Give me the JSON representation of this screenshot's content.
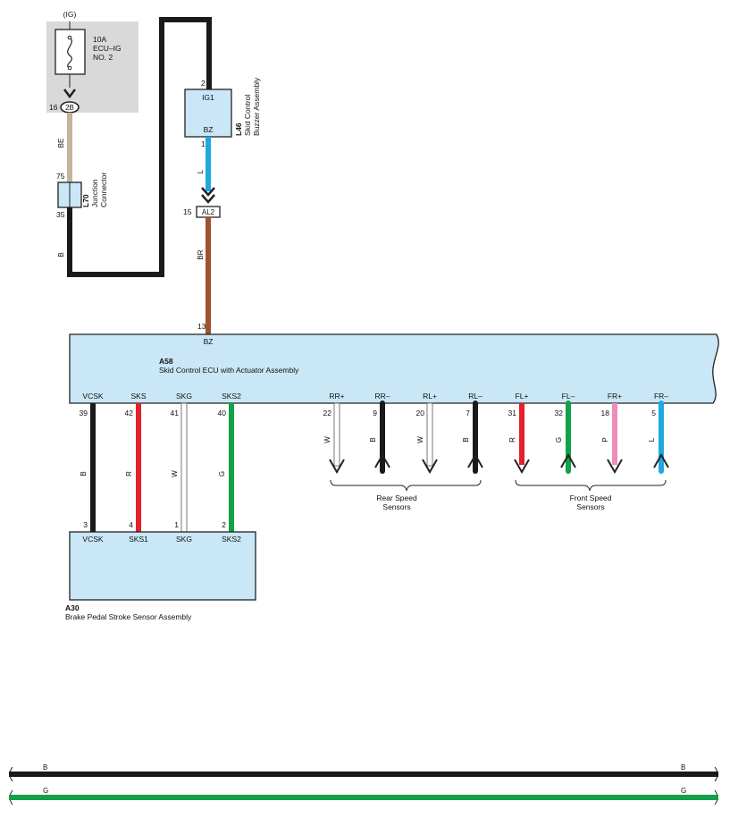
{
  "fuse_box": {
    "source": "(IG)",
    "rating": "10A",
    "name_line1": "ECU–IG",
    "name_line2": "NO. 2",
    "connector": "2B",
    "pin": "16"
  },
  "junction": {
    "id": "L70",
    "name_line1": "Junction",
    "name_line2": "Connector",
    "pin_top": "75",
    "pin_bottom": "35"
  },
  "buzzer": {
    "id": "L46",
    "name_line1": "Skid Control",
    "name_line2": "Buzzer Assembly",
    "term_top": "IG1",
    "term_bottom": "BZ",
    "pin_top": "2",
    "pin_bottom": "1"
  },
  "connector_al2": {
    "label": "AL2",
    "pin": "15"
  },
  "wires": {
    "fuse_to_junction": "BE",
    "junction_to_ground": "B",
    "buzzer_out": "L",
    "al2_to_ecu": "BR"
  },
  "ecu": {
    "id": "A58",
    "name": "Skid Control ECU with Actuator Assembly",
    "bz_pin": "13",
    "bz_label": "BZ",
    "terminals": [
      {
        "label": "VCSK",
        "pin": "39",
        "color": "B"
      },
      {
        "label": "SKS",
        "pin": "42",
        "color": "R"
      },
      {
        "label": "SKG",
        "pin": "41",
        "color": "W"
      },
      {
        "label": "SKS2",
        "pin": "40",
        "color": "G"
      },
      {
        "label": "RR+",
        "pin": "22",
        "color": "W"
      },
      {
        "label": "RR–",
        "pin": "9",
        "color": "B"
      },
      {
        "label": "RL+",
        "pin": "20",
        "color": "W"
      },
      {
        "label": "RL–",
        "pin": "7",
        "color": "B"
      },
      {
        "label": "FL+",
        "pin": "31",
        "color": "R"
      },
      {
        "label": "FL–",
        "pin": "32",
        "color": "G"
      },
      {
        "label": "FR+",
        "pin": "18",
        "color": "P"
      },
      {
        "label": "FR–",
        "pin": "5",
        "color": "L"
      }
    ]
  },
  "sensor_groups": {
    "rear_line1": "Rear Speed",
    "rear_line2": "Sensors",
    "front_line1": "Front Speed",
    "front_line2": "Sensors"
  },
  "pedal_sensor": {
    "id": "A30",
    "name": "Brake Pedal Stroke Sensor Assembly",
    "terminals": [
      {
        "label": "VCSK",
        "pin": "3"
      },
      {
        "label": "SKS1",
        "pin": "4"
      },
      {
        "label": "SKG",
        "pin": "1"
      },
      {
        "label": "SKS2",
        "pin": "2"
      }
    ]
  },
  "bottom_wires": [
    {
      "left": "B",
      "right": "B"
    },
    {
      "left": "G",
      "right": "G"
    }
  ],
  "colors": {
    "B": "#1a1a1a",
    "R": "#e3202b",
    "G": "#12a049",
    "W": "#ffffff",
    "L": "#1fa9e1",
    "P": "#f08bbd",
    "BE": "#c2b59b",
    "BR": "#a0522d",
    "box_fill": "#c9e7f6",
    "fuse_bg": "#d9d9d9"
  }
}
